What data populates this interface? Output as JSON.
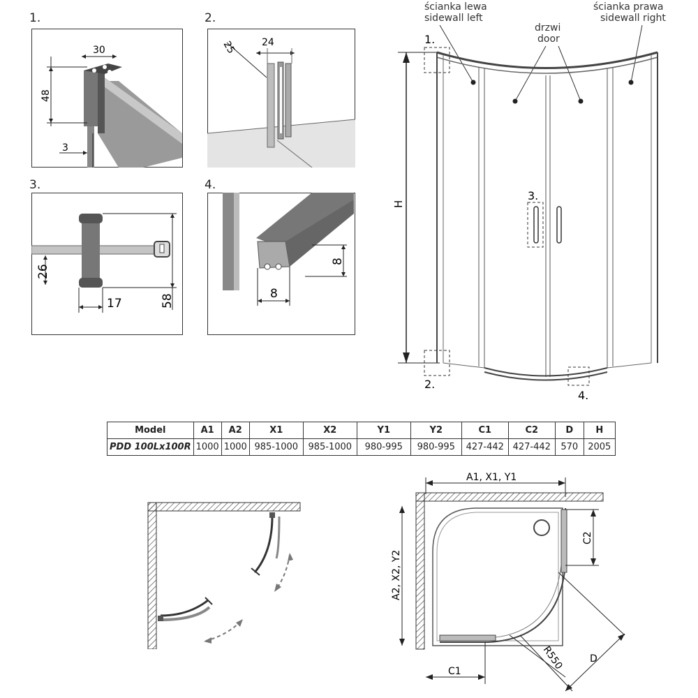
{
  "details": [
    {
      "number": "1.",
      "dims": [
        "30",
        "48",
        "3"
      ]
    },
    {
      "number": "2.",
      "dims": [
        "24",
        "25"
      ]
    },
    {
      "number": "3.",
      "dims": [
        "26",
        "17",
        "58"
      ]
    },
    {
      "number": "4.",
      "dims": [
        "8",
        "8"
      ]
    }
  ],
  "elevation": {
    "labels": {
      "left_pl": "ścianka lewa",
      "left_en": "sidewall left",
      "door_pl": "drzwi",
      "door_en": "door",
      "right_pl": "ścianka prawa",
      "right_en": "sidewall right",
      "height": "H"
    },
    "callouts": [
      "1.",
      "2.",
      "3.",
      "4."
    ]
  },
  "table": {
    "headers": [
      "Model",
      "A1",
      "A2",
      "X1",
      "X2",
      "Y1",
      "Y2",
      "C1",
      "C2",
      "D",
      "H"
    ],
    "row": [
      "PDD 100Lx100R",
      "1000",
      "1000",
      "985-1000",
      "985-1000",
      "980-995",
      "980-995",
      "427-442",
      "427-442",
      "570",
      "2005"
    ]
  },
  "plan": {
    "top_dim": "A1, X1, Y1",
    "left_dim": "A2, X2, Y2",
    "c1": "C1",
    "c2": "C2",
    "radius": "R550",
    "d": "D"
  }
}
